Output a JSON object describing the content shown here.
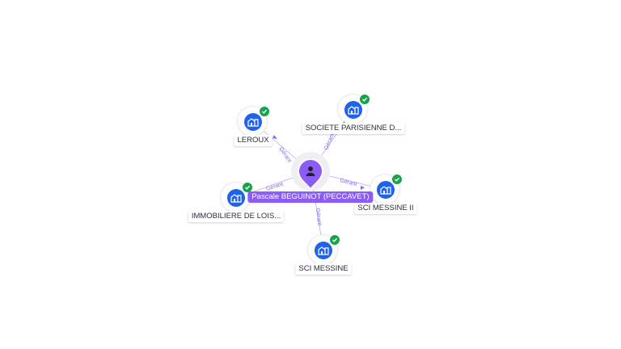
{
  "graph": {
    "center": {
      "name": "Pascale BEGUINOT (PECCAVET)",
      "icon": "person-icon"
    },
    "relation_label": "Gérant",
    "nodes": [
      {
        "id": "leroux",
        "label": "LEROUX",
        "icon": "building-icon",
        "status": "verified"
      },
      {
        "id": "societe-parisienne",
        "label": "SOCIETE PARISIENNE D...",
        "icon": "building-icon",
        "status": "verified"
      },
      {
        "id": "immobiliere",
        "label": "IMMOBILIERE DE LOIS...",
        "icon": "building-icon",
        "status": "verified"
      },
      {
        "id": "sci-messine-ii",
        "label": "SCI MESSINE II",
        "icon": "building-icon",
        "status": "verified"
      },
      {
        "id": "sci-messine",
        "label": "SCI MESSINE",
        "icon": "building-icon",
        "status": "verified"
      }
    ],
    "colors": {
      "center": "#8b5cf6",
      "company": "#1e63e9",
      "verified": "#16a34a",
      "edge": "#9a93f0"
    }
  }
}
